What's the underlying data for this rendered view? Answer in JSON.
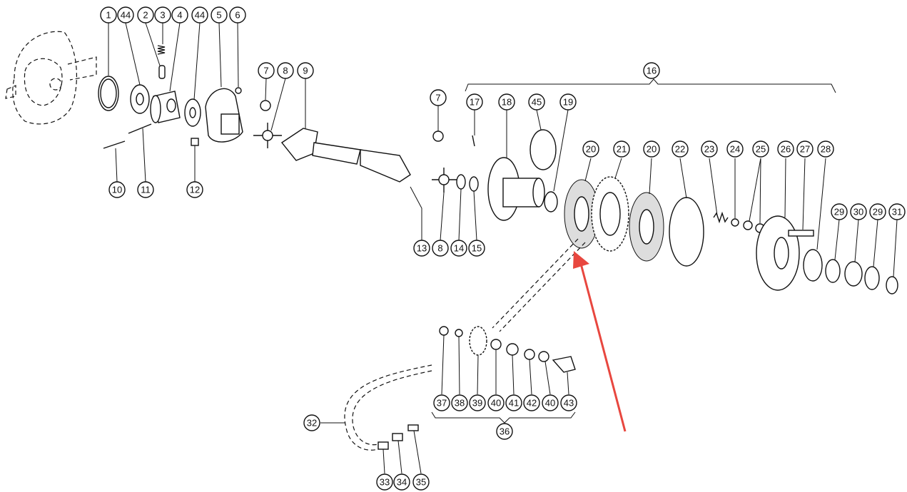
{
  "diagram": {
    "callouts": [
      {
        "id": "c1",
        "label": "1"
      },
      {
        "id": "c44a",
        "label": "44"
      },
      {
        "id": "c2",
        "label": "2"
      },
      {
        "id": "c3",
        "label": "3"
      },
      {
        "id": "c4",
        "label": "4"
      },
      {
        "id": "c44b",
        "label": "44"
      },
      {
        "id": "c5",
        "label": "5"
      },
      {
        "id": "c6",
        "label": "6"
      },
      {
        "id": "c7a",
        "label": "7"
      },
      {
        "id": "c8a",
        "label": "8"
      },
      {
        "id": "c9",
        "label": "9"
      },
      {
        "id": "c10",
        "label": "10"
      },
      {
        "id": "c11",
        "label": "11"
      },
      {
        "id": "c12",
        "label": "12"
      },
      {
        "id": "c16",
        "label": "16"
      },
      {
        "id": "c7b",
        "label": "7"
      },
      {
        "id": "c17",
        "label": "17"
      },
      {
        "id": "c18",
        "label": "18"
      },
      {
        "id": "c45",
        "label": "45"
      },
      {
        "id": "c19",
        "label": "19"
      },
      {
        "id": "c20a",
        "label": "20"
      },
      {
        "id": "c21",
        "label": "21"
      },
      {
        "id": "c20b",
        "label": "20"
      },
      {
        "id": "c22",
        "label": "22"
      },
      {
        "id": "c23",
        "label": "23"
      },
      {
        "id": "c24",
        "label": "24"
      },
      {
        "id": "c25",
        "label": "25"
      },
      {
        "id": "c26",
        "label": "26"
      },
      {
        "id": "c27",
        "label": "27"
      },
      {
        "id": "c28",
        "label": "28"
      },
      {
        "id": "c29a",
        "label": "29"
      },
      {
        "id": "c30",
        "label": "30"
      },
      {
        "id": "c29b",
        "label": "29"
      },
      {
        "id": "c31",
        "label": "31"
      },
      {
        "id": "c13",
        "label": "13"
      },
      {
        "id": "c8b",
        "label": "8"
      },
      {
        "id": "c14",
        "label": "14"
      },
      {
        "id": "c15",
        "label": "15"
      },
      {
        "id": "c37",
        "label": "37"
      },
      {
        "id": "c38",
        "label": "38"
      },
      {
        "id": "c39",
        "label": "39"
      },
      {
        "id": "c40a",
        "label": "40"
      },
      {
        "id": "c41",
        "label": "41"
      },
      {
        "id": "c42",
        "label": "42"
      },
      {
        "id": "c40b",
        "label": "40"
      },
      {
        "id": "c43",
        "label": "43"
      },
      {
        "id": "c36",
        "label": "36"
      },
      {
        "id": "c32",
        "label": "32"
      },
      {
        "id": "c33",
        "label": "33"
      },
      {
        "id": "c34",
        "label": "34"
      },
      {
        "id": "c35",
        "label": "35"
      }
    ],
    "pointer_color": "#e8473f"
  }
}
